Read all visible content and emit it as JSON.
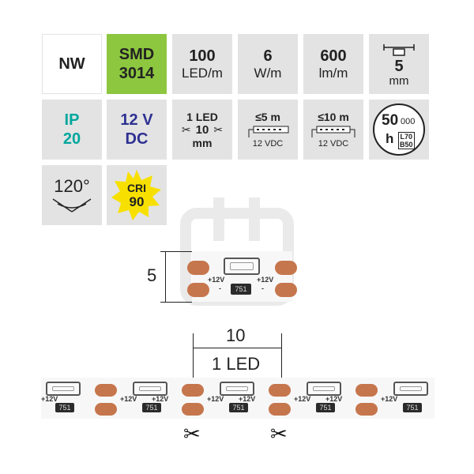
{
  "tiles": {
    "nw": "NW",
    "smd_line1": "SMD",
    "smd_line2": "3014",
    "density_value": "100",
    "density_unit": "LED/m",
    "power_value": "6",
    "power_unit": "W/m",
    "flux_value": "600",
    "flux_unit": "lm/m",
    "width_value": "5",
    "width_unit": "mm",
    "ip_line1": "IP",
    "ip_line2": "20",
    "voltage_line1": "12 V",
    "voltage_line2": "DC",
    "cut_top": "1 LED",
    "cut_value": "10",
    "cut_unit": "mm",
    "single_feed": "≤5 m",
    "single_feed_voltage": "12 VDC",
    "double_feed": "≤10 m",
    "double_feed_voltage": "12 VDC",
    "life_value": "50",
    "life_sub": "000",
    "life_unit": "h",
    "life_rating_top": "L70",
    "life_rating_bottom": "B50",
    "angle": "120°",
    "cri_label": "CRI",
    "cri_value": "90"
  },
  "diagram": {
    "height_label": "5",
    "pitch_label": "10",
    "pitch_led_label": "1 LED",
    "plus_label": "+12V",
    "minus_label": "-",
    "resistor_code": "751"
  },
  "colors": {
    "green_tile": "#8dc63f",
    "teal_text": "#00a79d",
    "navy_text": "#2e3192",
    "cri_badge": "#f7e000",
    "copper_pad": "#c6764d"
  }
}
